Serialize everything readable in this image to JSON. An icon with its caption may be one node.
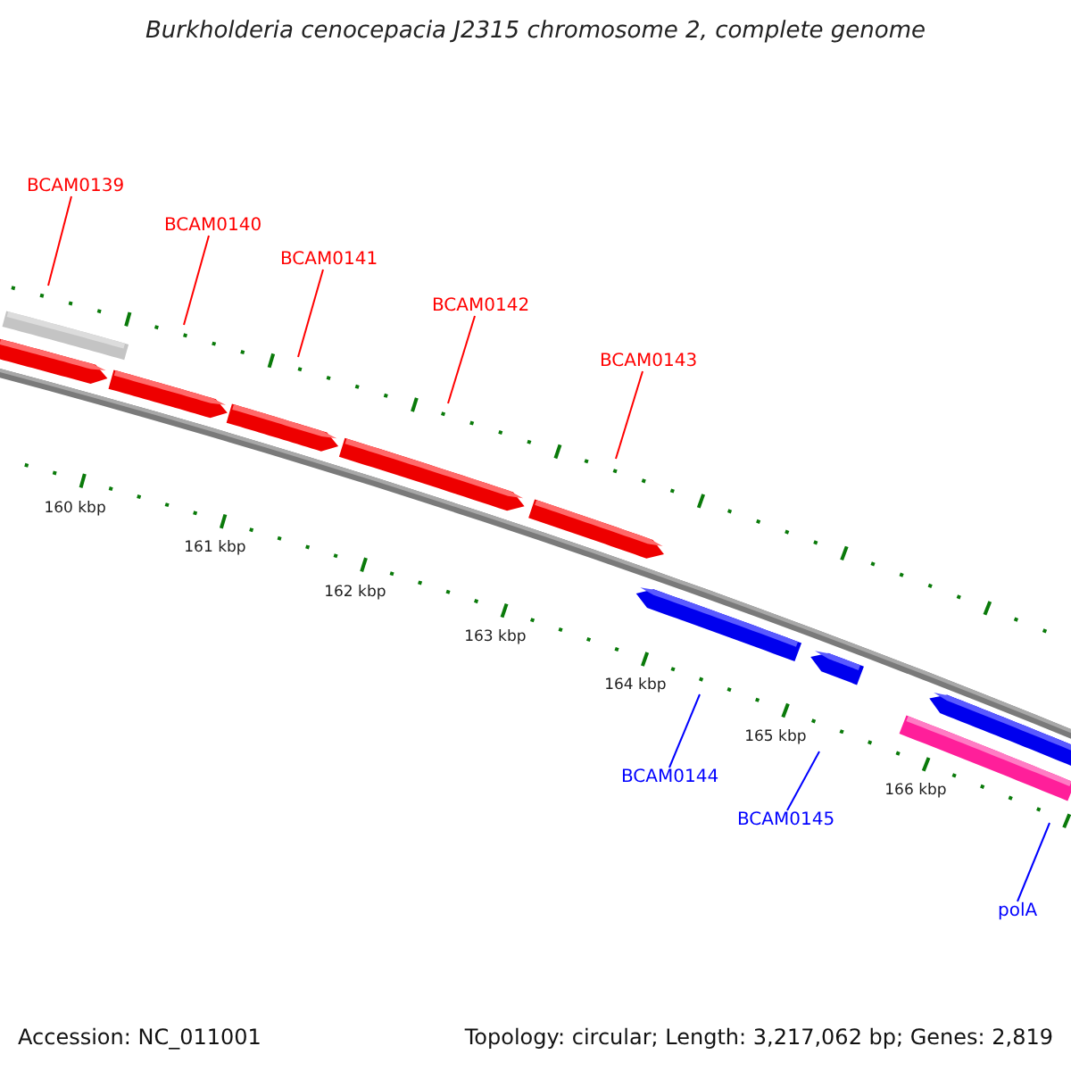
{
  "diagram": {
    "title": "Burkholderia cenocepacia J2315 chromosome 2, complete genome",
    "nodes": [
      {
        "text": [
          "BCAM0139"
        ]
      },
      {
        "text": [
          "BCAM0140"
        ]
      },
      {
        "text": [
          "BCAM0141"
        ]
      },
      {
        "text": [
          "BCAM0142"
        ]
      },
      {
        "text": [
          "BCAM0143"
        ]
      },
      {
        "text": [
          "BCAM0144"
        ]
      },
      {
        "text": [
          "BCAM0145"
        ]
      },
      {
        "text": [
          "polA"
        ]
      }
    ],
    "edges": [
      {
        "from": 0,
        "to": null,
        "arrow": "none"
      },
      {
        "from": 1,
        "to": null,
        "arrow": "none"
      },
      {
        "from": 2,
        "to": null,
        "arrow": "none"
      },
      {
        "from": 3,
        "to": null,
        "arrow": "none"
      },
      {
        "from": 4,
        "to": null,
        "arrow": "none"
      },
      {
        "from": 5,
        "to": null,
        "arrow": "none",
        "color": "#0000ff"
      },
      {
        "from": 6,
        "to": null,
        "arrow": "none",
        "color": "#0000ff"
      },
      {
        "from": 7,
        "to": null,
        "arrow": "none",
        "color": "#0000ff"
      }
    ],
    "labels": [
      "160 kbp",
      "161 kbp",
      "162 kbp",
      "163 kbp",
      "164 kbp",
      "165 kbp",
      "166 kbp",
      "Accession: NC_011001",
      "Topology: circular; Length: 3,217,062 bp; Genes: 2,819"
    ]
  }
}
